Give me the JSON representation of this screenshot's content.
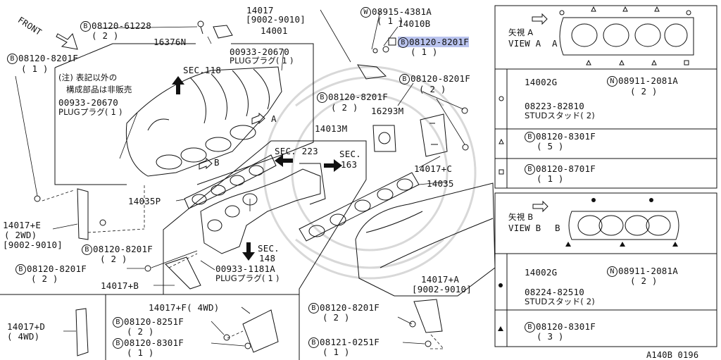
{
  "labels": {
    "front": "FRONT",
    "b_61228": "08120-61228",
    "b_61228_qty": "( 2 )",
    "p16376n": "16376N",
    "p14017": "14017",
    "p14017_date": "[9002-9010]",
    "p14001": "14001",
    "w_4381a": "08915-4381A",
    "w_qty": "( 1 )",
    "p14010b": "14010B",
    "b_8201f_top": "08120-8201F",
    "b_8201f_top_qty": "( 1 )",
    "b_8201f_left": "08120-8201F",
    "b_8201f_left_qty": "( 1 )",
    "plug_20670_a": "00933-20670",
    "plug_20670_a_t": "PLUGプラグ( 1 )",
    "sec118": "SEC.118",
    "note_1": "(注) 表記以外の",
    "note_2": "構成部品は非販売",
    "plug_20670_b": "00933-20670",
    "plug_20670_b_t": "PLUGプラグ( 1 )",
    "b_8201f_mid": "08120-8201F",
    "b_8201f_mid_qty": "( 2 )",
    "b_8201f_c": "08120-8201F",
    "b_8201f_c_qty": "( 2 )",
    "p16293m": "16293M",
    "arrow_a": "A",
    "arrow_b": "B",
    "p14013m": "14013M",
    "sec223": "SEC. 223",
    "sec163a": "SEC.",
    "sec163b": "163",
    "p14017c": "14017+C",
    "p14035": "14035",
    "p14035p": "14035P",
    "p14017e": "14017+E",
    "p14017e_2wd": "( 2WD)",
    "p14017e_date": "[9002-9010]",
    "b_8201f_e": "08120-8201F",
    "b_8201f_e_qty": "( 2 )",
    "sec148a": "SEC.",
    "sec148b": "148",
    "b_8201f_f": "08120-8201F",
    "b_8201f_f_qty": "( 2 )",
    "plug_1181a": "00933-1181A",
    "plug_1181a_t": "PLUGプラグ( 1 )",
    "p14017b": "14017+B",
    "p14017a": "14017+A",
    "p14017a_date": "[9002-9010]",
    "b_8201f_g": "08120-8201F",
    "b_8201f_g_qty": "( 2 )",
    "b_0251f": "08121-0251F",
    "b_0251f_qty": "( 1 )",
    "p14017d": "14017+D",
    "p14017d_4wd": "( 4WD)",
    "p14017f": "14017+F( 4WD)",
    "b_8251f": "08120-8251F",
    "b_8251f_qty": "( 2 )",
    "b_8301f": "08120-8301F",
    "b_8301f_qty": "( 1 )",
    "catalog_id": "A140B 0196"
  },
  "symbols": {
    "b": "B",
    "w": "W",
    "n": "N"
  },
  "view_a": {
    "title_jp": "矢視 A",
    "title_en": "VIEW A",
    "letter": "A",
    "rows": [
      {
        "sym": "○",
        "part": "14002G",
        "nut": "08911-2081A",
        "nut_qty": "( 2 )",
        "stud": "08223-82810",
        "stud_t": "STUDスタッド( 2)"
      },
      {
        "sym": "△",
        "bolt": "08120-8301F",
        "bolt_qty": "( 5 )"
      },
      {
        "sym": "□",
        "bolt": "08120-8701F",
        "bolt_qty": "( 1 )"
      }
    ]
  },
  "view_b": {
    "title_jp": "矢視 B",
    "title_en": "VIEW B",
    "letter": "B",
    "rows": [
      {
        "sym": "●",
        "part": "14002G",
        "nut": "08911-2081A",
        "nut_qty": "( 2 )",
        "stud": "08224-82510",
        "stud_t": "STUDスタッド( 2)"
      },
      {
        "sym": "▲",
        "bolt": "08120-8301F",
        "bolt_qty": "( 3 )"
      }
    ]
  }
}
